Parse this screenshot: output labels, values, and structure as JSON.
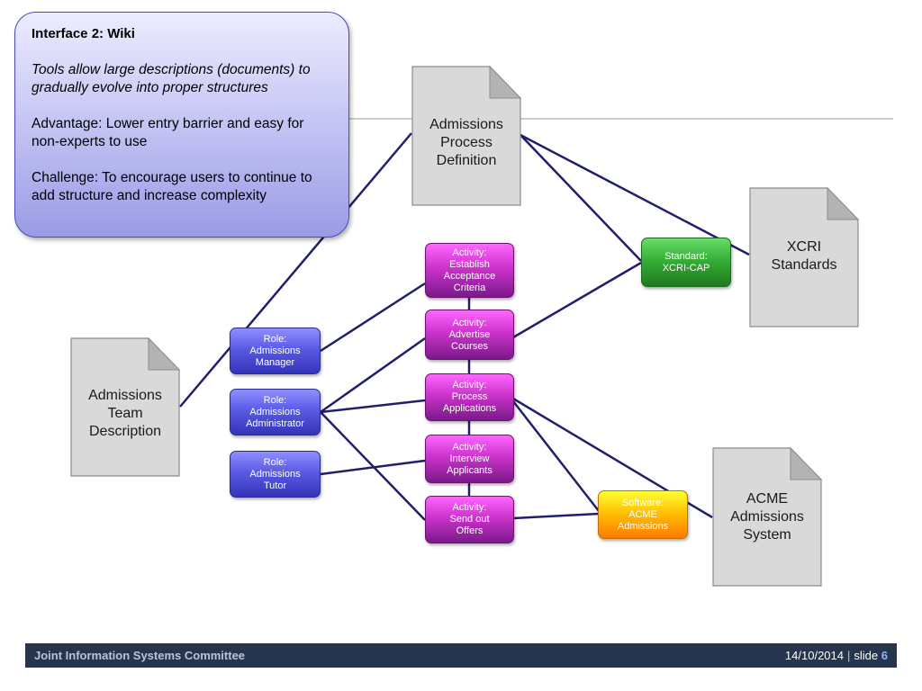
{
  "callout": {
    "title": "Interface 2: Wiki",
    "text1": "Tools allow large descriptions (documents) to gradually evolve into proper structures",
    "text2": "Advantage: Lower entry barrier and easy for non-experts to use",
    "text3": "Challenge: To encourage users to continue to add structure and increase complexity"
  },
  "documents": {
    "process_definition": "Admissions\nProcess\nDefinition",
    "xcri_standards": "XCRI\nStandards",
    "team_description": "Admissions\nTeam\nDescription",
    "acme_system": "ACME\nAdmissions\nSystem"
  },
  "roles": {
    "manager": "Role:\nAdmissions\nManager",
    "administrator": "Role:\nAdmissions\nAdministrator",
    "tutor": "Role:\nAdmissions\nTutor"
  },
  "activities": {
    "establish": "Activity:\nEstablish\nAcceptance\nCriteria",
    "advertise": "Activity:\nAdvertise\nCourses",
    "process": "Activity:\nProcess\nApplications",
    "interview": "Activity:\nInterview\nApplicants",
    "send": "Activity:\nSend out\nOffers"
  },
  "standard": "Standard:\nXCRI-CAP",
  "software": "Software:\nACME\nAdmissions",
  "colors": {
    "connector": "#1f1f6e",
    "footer_bg": "#27344e",
    "document_fill": "#d9d9d9"
  },
  "footer": {
    "org": "Joint Information Systems Committee",
    "date": "14/10/2014",
    "separator": "|",
    "slide_label": "slide",
    "slide_number": "6"
  }
}
